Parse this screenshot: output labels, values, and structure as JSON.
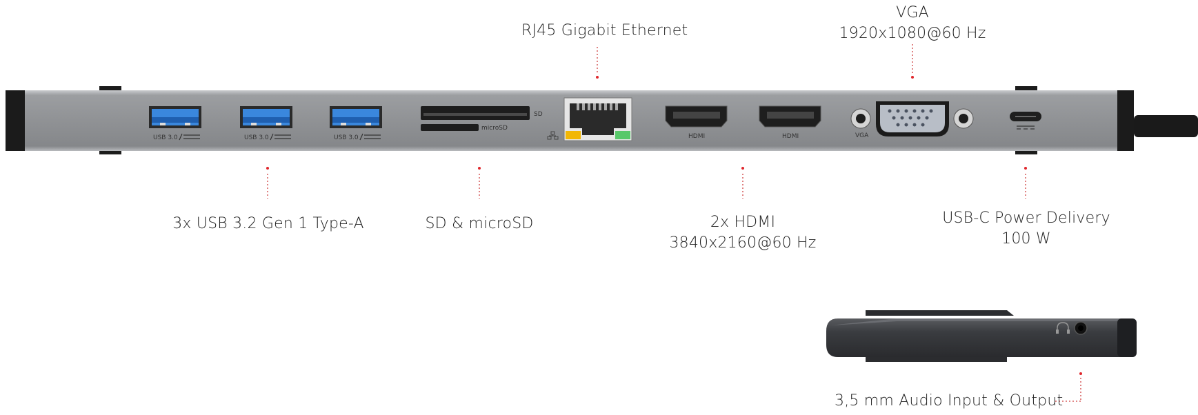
{
  "ports": {
    "usb_a": {
      "port_label": "USB 3.0",
      "callout": "3x USB 3.2 Gen 1 Type-A"
    },
    "card_reader": {
      "sd_label": "SD",
      "microsd_label": "microSD",
      "callout": "SD & microSD"
    },
    "ethernet": {
      "callout": "RJ45 Gigabit Ethernet"
    },
    "hdmi": {
      "port_label": "HDMI",
      "callout_line1": "2x HDMI",
      "callout_line2": "3840x2160@60 Hz"
    },
    "vga": {
      "port_label": "VGA",
      "callout_line1": "VGA",
      "callout_line2": "1920x1080@60 Hz"
    },
    "usb_c": {
      "callout_line1": "USB-C Power Delivery",
      "callout_line2": "100 W"
    },
    "audio": {
      "callout": "3,5 mm Audio Input & Output"
    }
  },
  "colors": {
    "body": "#8f9194",
    "body_light": "#a4a6a9",
    "end_cap": "#1b1b1b",
    "usb_blue": "#2f7fd8",
    "marker_red": "#e0262c",
    "led_yellow": "#f2b705",
    "led_green": "#58c86a"
  }
}
